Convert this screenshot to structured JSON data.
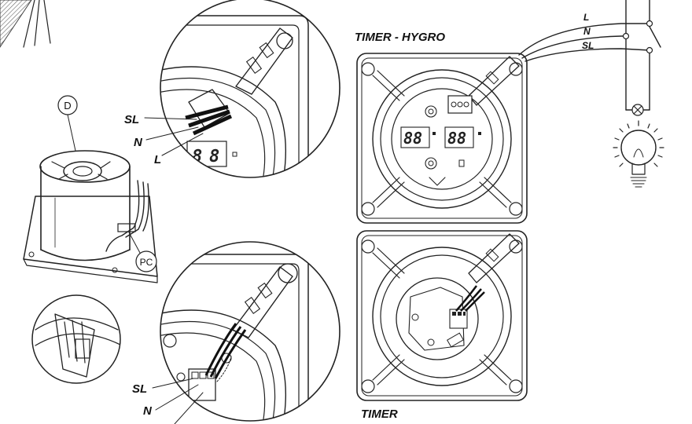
{
  "labels": {
    "timer_hygro": "TIMER - HYGRO",
    "timer": "TIMER",
    "callout_d": "D",
    "callout_pc": "PC",
    "wire_sl": "SL",
    "wire_n": "N",
    "wire_l": "L",
    "display_left": "88",
    "display_right": "88"
  }
}
